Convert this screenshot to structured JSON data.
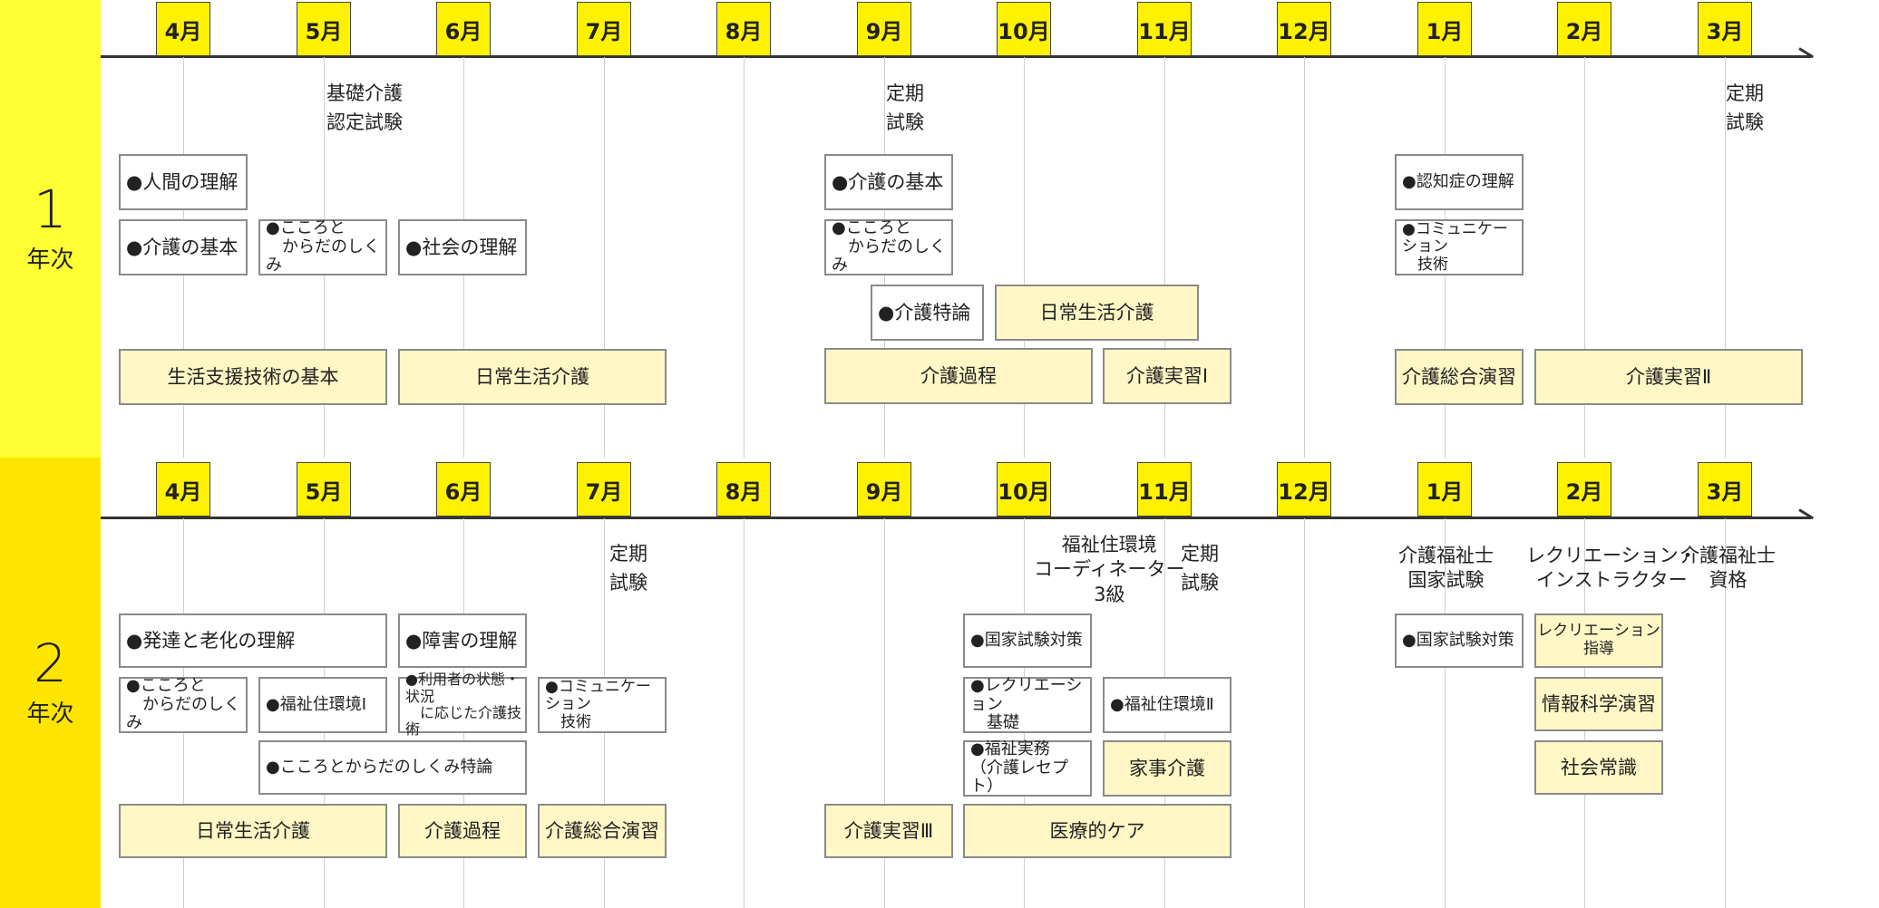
{
  "months": [
    "4月",
    "5月",
    "6月",
    "7月",
    "8月",
    "9月",
    "10月",
    "11月",
    "12月",
    "1月",
    "2月",
    "3月"
  ],
  "year1": {
    "num": "1",
    "sub": "年次"
  },
  "year2": {
    "num": "2",
    "sub": "年次"
  },
  "y1_notes": [
    "基礎介護\n認定試験",
    "定期\n試験",
    "定期\n試験"
  ],
  "y1_boxes": [
    "●人間の理解",
    "●介護の基本",
    "●こころと\n　からだのしくみ",
    "●社会の理解",
    "生活支援技術の基本",
    "日常生活介護",
    "●介護の基本",
    "●こころと\n　からだのしくみ",
    "●介護特論",
    "日常生活介護",
    "介護過程",
    "介護実習Ⅰ",
    "●認知症の理解",
    "●コミュニケーション\n　技術",
    "介護総合演習",
    "介護実習Ⅱ"
  ],
  "y2_notes": [
    "定期\n試験",
    "福祉住環境\nコーディネーター\n3級",
    "定期\n試験",
    "介護福祉士\n国家試験",
    "レクリエーション・\nインストラクター",
    "介護福祉士\n資格"
  ],
  "y2_boxes": [
    "●発達と老化の理解",
    "●障害の理解",
    "●こころと\n　からだのしくみ",
    "●福祉住環境Ⅰ",
    "●利用者の状態・状況\n　に応じた介護技術",
    "●コミュニケーション\n　技術",
    "●こころとからだのしくみ特論",
    "日常生活介護",
    "介護過程",
    "介護総合演習",
    "●国家試験対策",
    "●レクリエーション\n　基礎",
    "●福祉住環境Ⅱ",
    "●福祉実務\n（介護レセプト）",
    "家事介護",
    "介護実習Ⅲ",
    "医療的ケア",
    "●国家試験対策",
    "レクリエーション指導",
    "情報科学演習",
    "社会常識"
  ]
}
